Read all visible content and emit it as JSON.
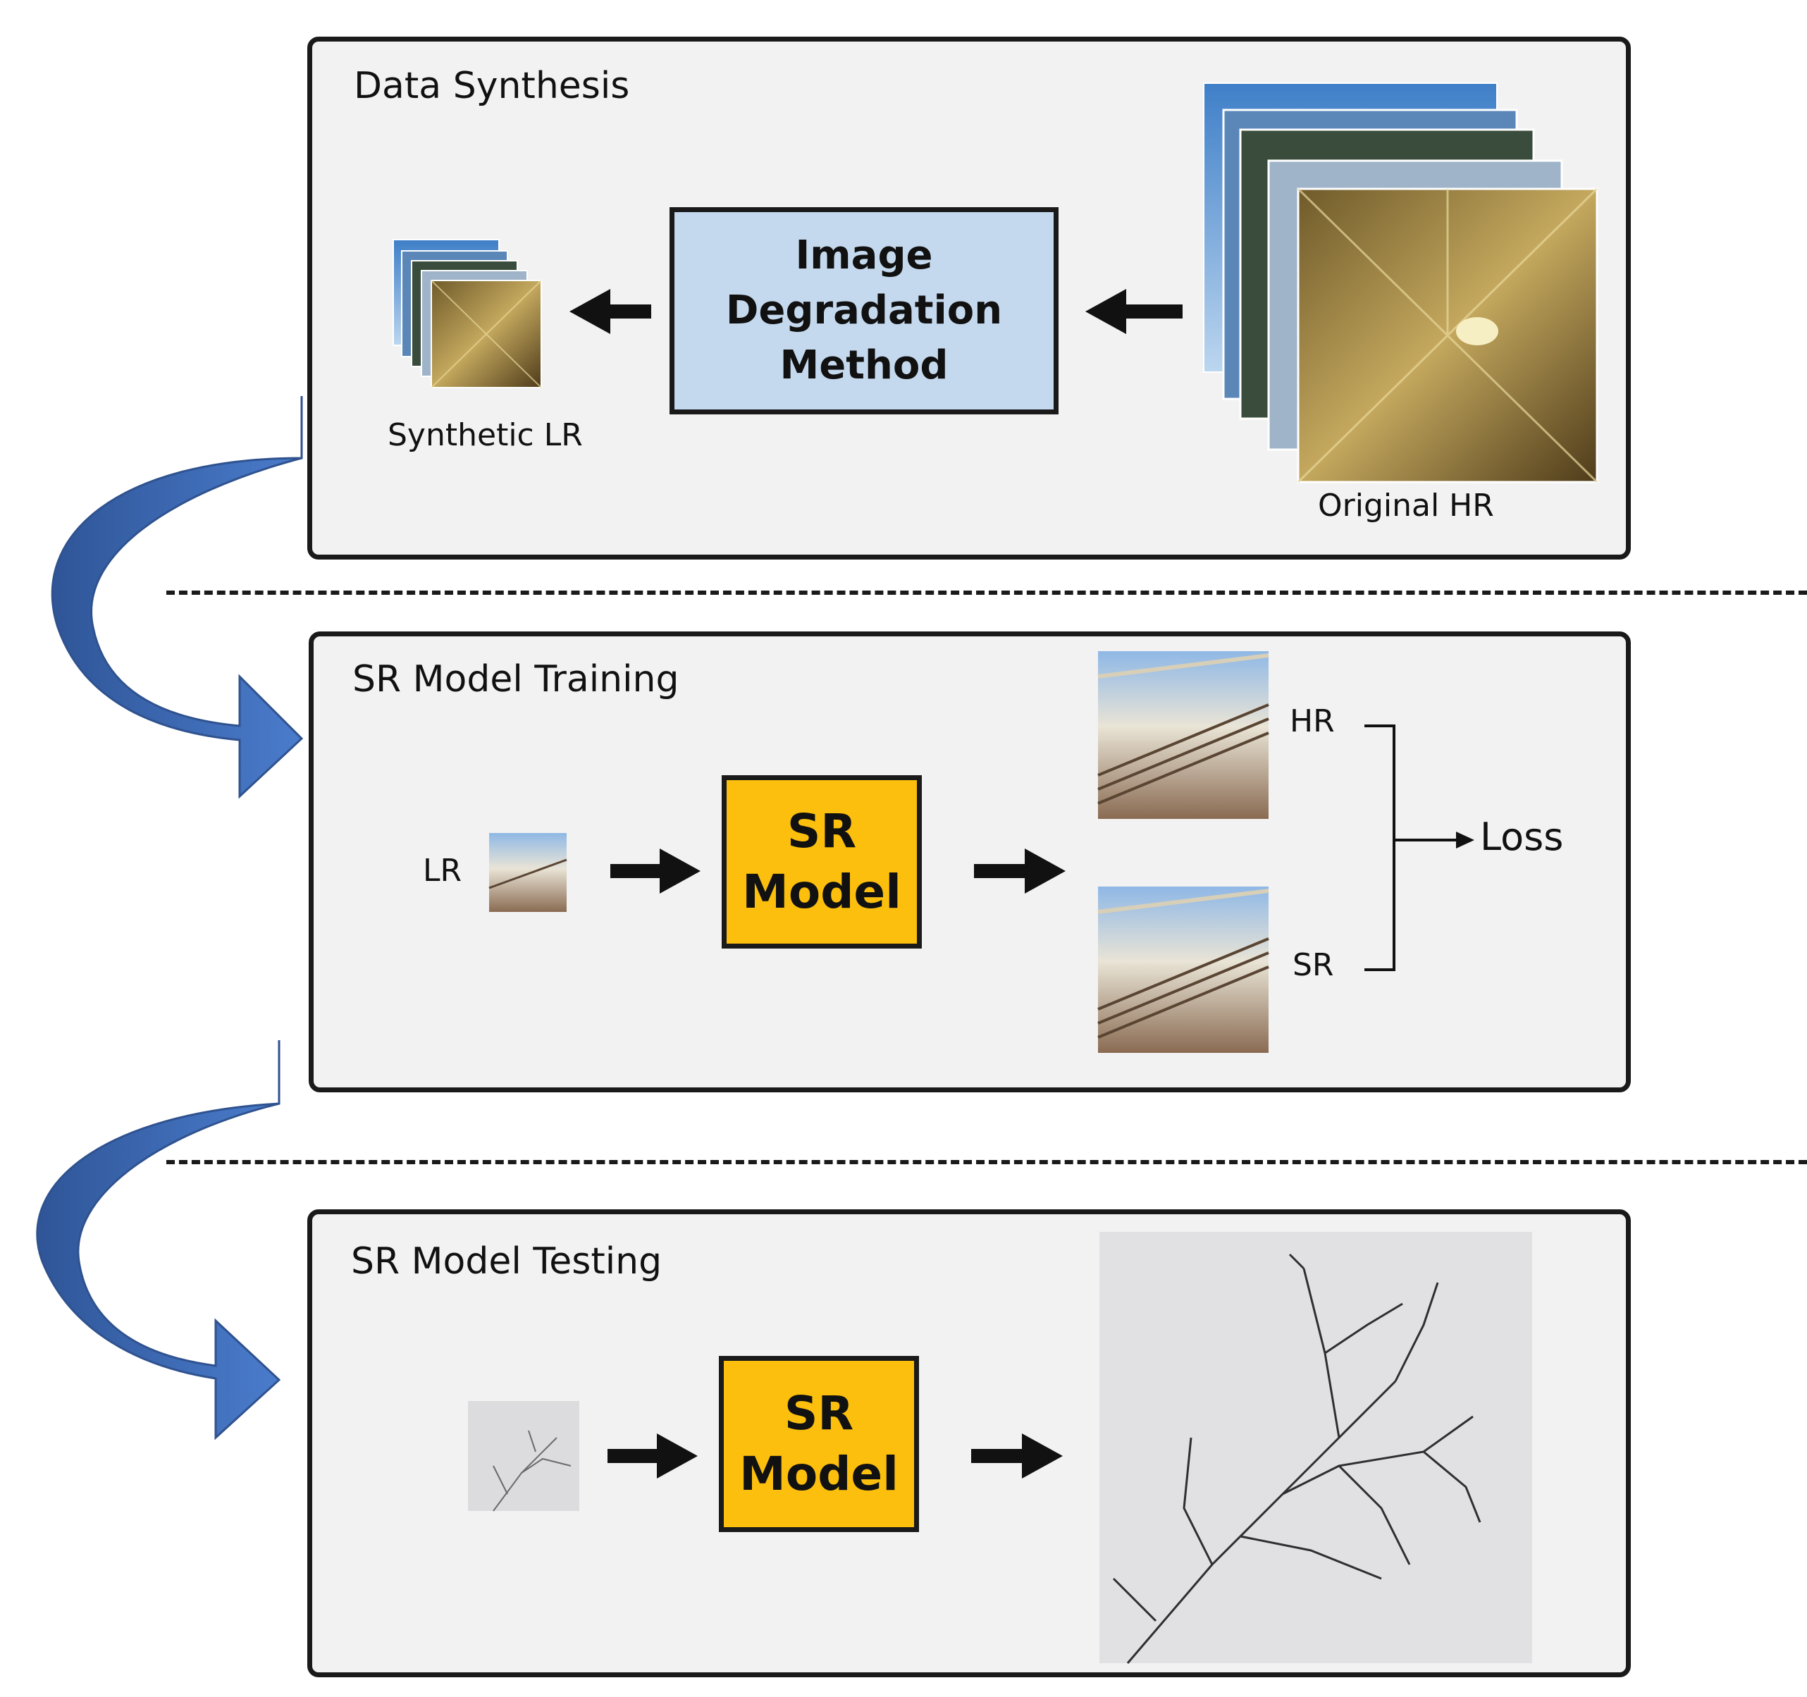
{
  "panels": {
    "synthesis": {
      "title": "Data Synthesis",
      "method_box": [
        "Image",
        "Degradation",
        "Method"
      ],
      "lr_caption": "Synthetic LR",
      "hr_caption": "Original HR"
    },
    "training": {
      "title": "SR Model Training",
      "input_label": "LR",
      "model_box": [
        "SR",
        "Model"
      ],
      "hr_label": "HR",
      "sr_label": "SR",
      "loss_label": "Loss"
    },
    "testing": {
      "title": "SR Model Testing",
      "model_box": [
        "SR",
        "Model"
      ]
    }
  },
  "colors": {
    "panel_bg": "#f2f2f2",
    "degradation_box": "#c5d9ee",
    "sr_model_box": "#fcbf0d",
    "flow_arrow": "#4472c4"
  }
}
